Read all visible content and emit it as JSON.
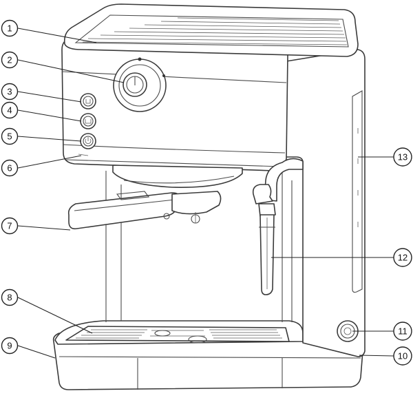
{
  "callouts": [
    {
      "n": "1",
      "part": "cup-warmer-grille"
    },
    {
      "n": "2",
      "part": "rotary-knob"
    },
    {
      "n": "3",
      "part": "single-cup-button"
    },
    {
      "n": "4",
      "part": "double-cup-button"
    },
    {
      "n": "5",
      "part": "power-button"
    },
    {
      "n": "6",
      "part": "brew-head"
    },
    {
      "n": "7",
      "part": "portafilter-handle"
    },
    {
      "n": "8",
      "part": "drip-grille"
    },
    {
      "n": "9",
      "part": "drip-tray"
    },
    {
      "n": "10",
      "part": "base"
    },
    {
      "n": "11",
      "part": "steam-knob"
    },
    {
      "n": "12",
      "part": "steam-wand"
    },
    {
      "n": "13",
      "part": "water-tank"
    }
  ]
}
